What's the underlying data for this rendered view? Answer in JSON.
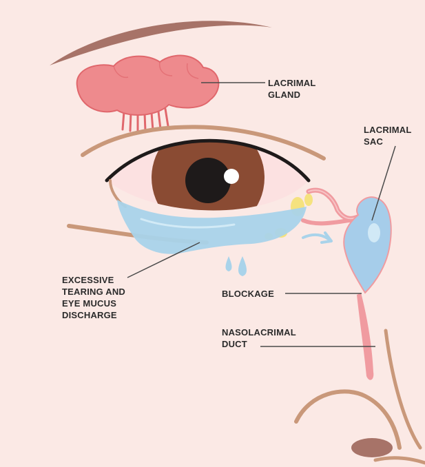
{
  "diagram": {
    "labels": {
      "lacrimal_gland": [
        "LACRIMAL",
        "GLAND"
      ],
      "lacrimal_sac": [
        "LACRIMAL",
        "SAC"
      ],
      "excessive_tearing": [
        "EXCESSIVE",
        "TEARING AND",
        "EYE MUCUS",
        "DISCHARGE"
      ],
      "blockage": [
        "BLOCKAGE"
      ],
      "nasolacrimal_duct": [
        "NASOLACRIMAL",
        "DUCT"
      ]
    },
    "colors": {
      "background": "#FBE9E5",
      "skin_line": "#C9987A",
      "brow": "#A77368",
      "gland": "#EE8A8D",
      "gland_outline": "#E0676C",
      "iris": "#8A4B33",
      "pupil": "#1E1A1A",
      "sclera": "#FCE1E1",
      "tears": "#A9D3EA",
      "sac": "#A6CDEA",
      "duct": "#F09BA0",
      "mucus": "#F5E27E",
      "leader_line": "#4A4A4A",
      "nostril": "#A77368"
    }
  }
}
